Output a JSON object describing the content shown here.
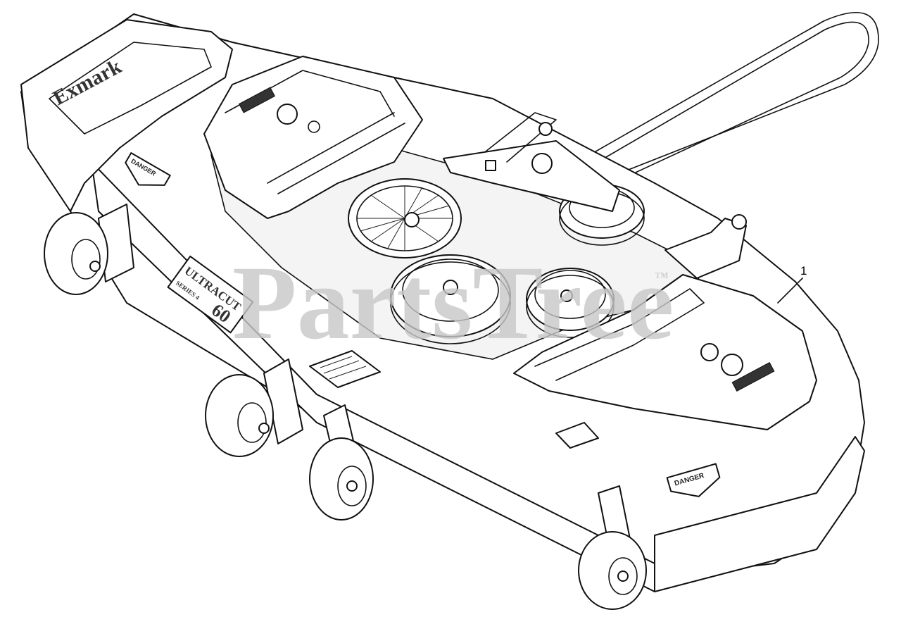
{
  "watermark": {
    "text": "PartsTree",
    "tm": "™"
  },
  "branding": {
    "logo": "Exmark",
    "model_line_1": "ULTRACUT",
    "model_size": "60",
    "model_series": "SERIES 4"
  },
  "decals": {
    "danger": "DANGER"
  },
  "callouts": [
    {
      "label": "1"
    }
  ],
  "colors": {
    "line": "#111111",
    "watermark": "#c8c8c8",
    "background": "#ffffff"
  }
}
